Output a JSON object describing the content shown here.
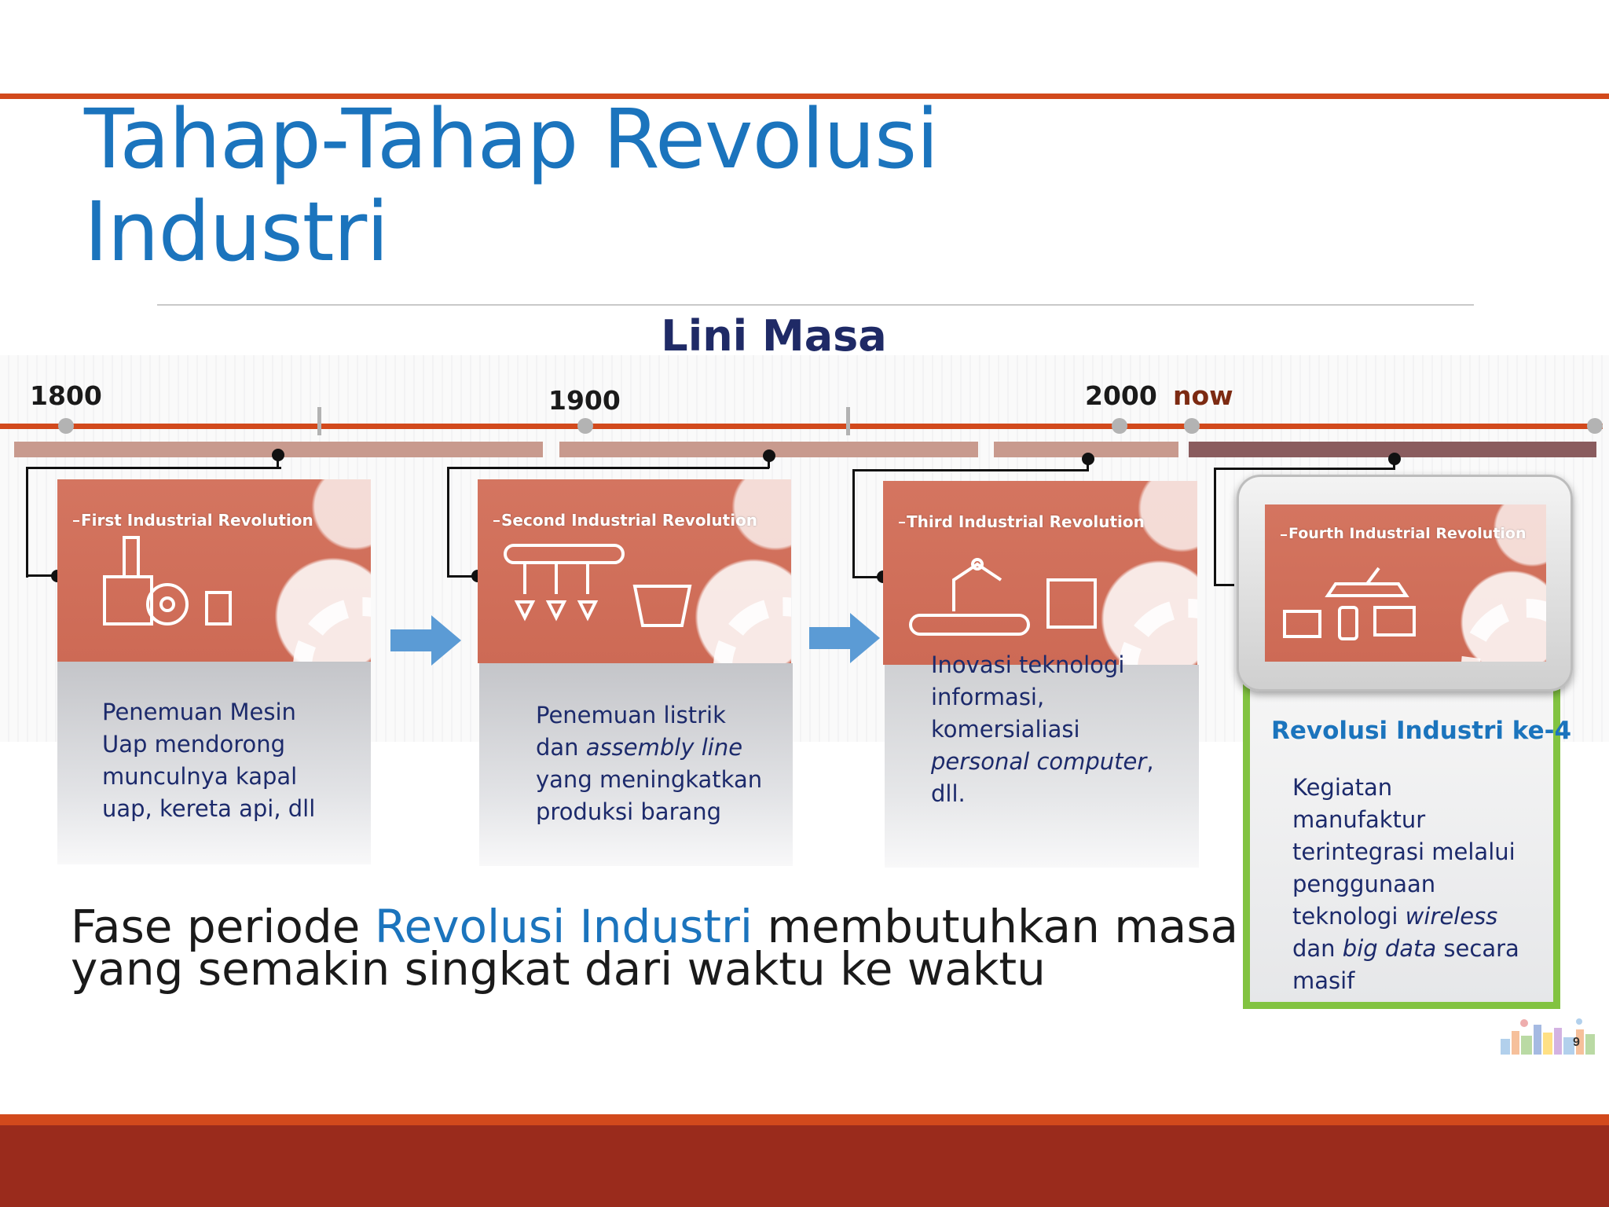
{
  "slide": {
    "title_line1": "Tahap-Tahap Revolusi",
    "title_line2": "Industri",
    "subtitle": "Lini Masa",
    "page_number": "9"
  },
  "timeline": {
    "years": [
      "1800",
      "1900",
      "2000"
    ],
    "now_label": "now"
  },
  "cards": [
    {
      "image_title": "First Industrial Revolution",
      "lines": [
        "Penemuan Mesin",
        "Uap mendorong",
        "munculnya kapal",
        "uap, kereta api, dll"
      ]
    },
    {
      "image_title": "Second Industrial Revolution",
      "line1": "Penemuan listrik",
      "line2_prefix": "dan ",
      "line2_em": "assembly line",
      "line3": "yang meningkatkan",
      "line4": "produksi barang"
    },
    {
      "image_title": "Third Industrial Revolution",
      "line1": "Inovasi teknologi",
      "line2": "informasi,",
      "line3": "komersialiasi",
      "line4_em": "personal",
      "line4_rest_em": "computer",
      "line4_end": ",",
      "line5": "dll."
    }
  ],
  "fourth": {
    "image_title": "Fourth Industrial Revolution",
    "heading": "Revolusi Industri ke-4",
    "line1": "Kegiatan",
    "line2": "manufaktur",
    "line3": "terintegrasi melalui",
    "line4": "penggunaan",
    "line5_prefix": "teknologi ",
    "line5_em": "wireless",
    "line6_prefix": "dan ",
    "line6_em": "big data",
    "line6_suffix": " secara",
    "line7": "masif"
  },
  "caption": {
    "part1": "Fase periode ",
    "highlight": "Revolusi Industri",
    "part2": " membutuhkan masa",
    "line2": "yang semakin singkat dari waktu ke waktu"
  },
  "colors": {
    "accent_orange": "#d2491c",
    "title_blue": "#1b74bd",
    "navy": "#1f2a66",
    "green_border": "#82c341",
    "footer_dark": "#9a2b1c"
  },
  "icons": [
    "arrow-right-icon",
    "gear-icon",
    "steam-engine-icon",
    "assembly-line-icon",
    "robot-arm-icon",
    "devices-icon"
  ]
}
